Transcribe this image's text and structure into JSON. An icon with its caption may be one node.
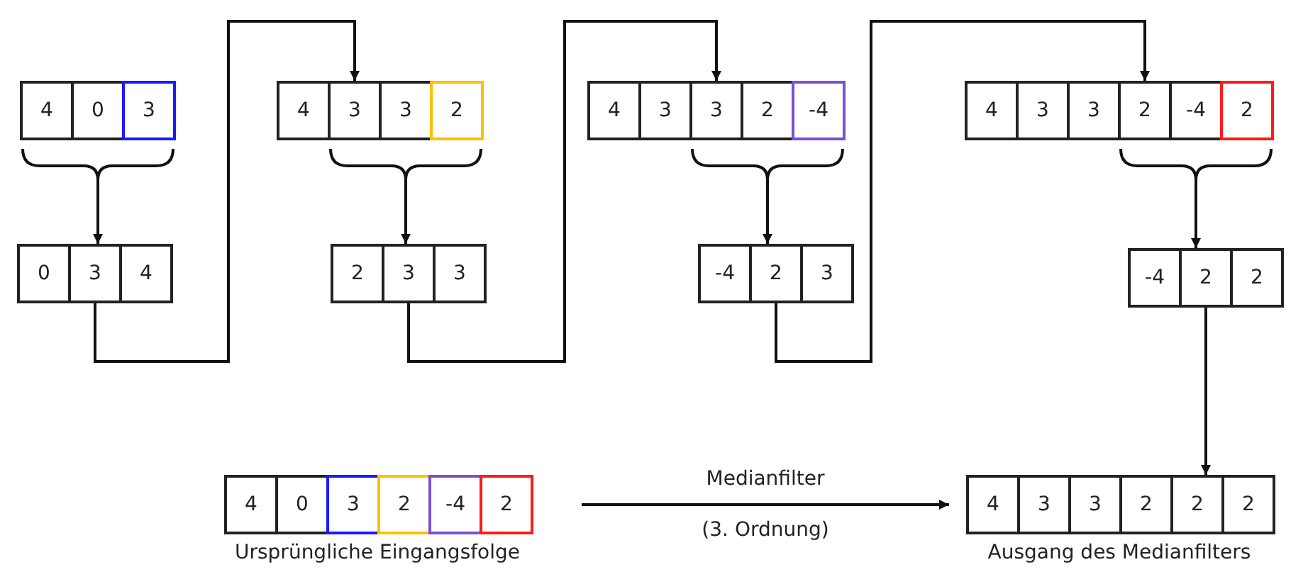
{
  "diagram": {
    "nodes": [
      {
        "text": [
          "4"
        ]
      },
      {
        "text": [
          "0"
        ]
      },
      {
        "text": [
          "3"
        ]
      },
      {
        "text": [
          "4"
        ]
      },
      {
        "text": [
          "3"
        ]
      },
      {
        "text": [
          "3"
        ]
      },
      {
        "text": [
          "2"
        ]
      },
      {
        "text": [
          "4"
        ]
      },
      {
        "text": [
          "3"
        ]
      },
      {
        "text": [
          "3"
        ]
      },
      {
        "text": [
          "2"
        ]
      },
      {
        "text": [
          "-4"
        ]
      },
      {
        "text": [
          "4"
        ]
      },
      {
        "text": [
          "3"
        ]
      },
      {
        "text": [
          "3"
        ]
      },
      {
        "text": [
          "2"
        ]
      },
      {
        "text": [
          "-4"
        ]
      },
      {
        "text": [
          "2"
        ]
      },
      {
        "text": [
          "0"
        ]
      },
      {
        "text": [
          "3"
        ]
      },
      {
        "text": [
          "4"
        ]
      },
      {
        "text": [
          "2"
        ]
      },
      {
        "text": [
          "3"
        ]
      },
      {
        "text": [
          "3"
        ]
      },
      {
        "text": [
          "-4"
        ]
      },
      {
        "text": [
          "2"
        ]
      },
      {
        "text": [
          "3"
        ]
      },
      {
        "text": [
          "-4"
        ]
      },
      {
        "text": [
          "2"
        ]
      },
      {
        "text": [
          "2"
        ]
      },
      {
        "text": [
          "4"
        ]
      },
      {
        "text": [
          "0"
        ]
      },
      {
        "text": [
          "3"
        ]
      },
      {
        "text": [
          "2"
        ]
      },
      {
        "text": [
          "-4"
        ]
      },
      {
        "text": [
          "2"
        ]
      },
      {
        "text": [
          "4"
        ]
      },
      {
        "text": [
          "3"
        ]
      },
      {
        "text": [
          "3"
        ]
      },
      {
        "text": [
          "2"
        ]
      },
      {
        "text": [
          "2"
        ]
      },
      {
        "text": [
          "2"
        ]
      },
      {
        "text": [],
        "shape": "brace"
      },
      {
        "text": [],
        "shape": "brace"
      },
      {
        "text": [],
        "shape": "brace"
      },
      {
        "text": [],
        "shape": "brace"
      }
    ],
    "edges": [
      {
        "from": 42,
        "to": 19,
        "arrow": "to"
      },
      {
        "from": 19,
        "to": 4,
        "arrow": "to"
      },
      {
        "from": 43,
        "to": 22,
        "arrow": "to"
      },
      {
        "from": 22,
        "to": 9,
        "arrow": "to"
      },
      {
        "from": 44,
        "to": 25,
        "arrow": "to"
      },
      {
        "from": 25,
        "to": 15,
        "arrow": "to"
      },
      {
        "from": 45,
        "to": 28,
        "arrow": "to"
      },
      {
        "from": 28,
        "to": 40,
        "arrow": "to"
      },
      {
        "from": 35,
        "to": 36,
        "label": "Medianfilter (3. Ordnung)",
        "arrow": "to"
      }
    ],
    "labels": [
      "Ursprüngliche Eingangsfolge",
      "Ausgang des Medianfilters"
    ]
  }
}
